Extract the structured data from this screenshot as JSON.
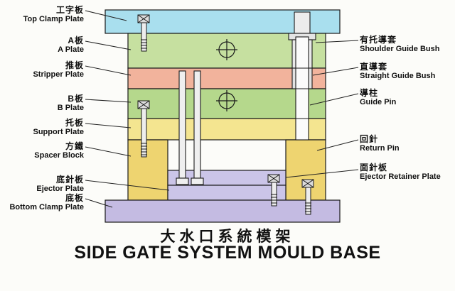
{
  "title": {
    "zh": "大水口系統模架",
    "en": "SIDE GATE SYSTEM MOULD BASE"
  },
  "left_labels": [
    {
      "zh": "工字板",
      "en": "Top Clamp Plate"
    },
    {
      "zh": "A板",
      "en": "A Plate"
    },
    {
      "zh": "推板",
      "en": "Stripper Plate"
    },
    {
      "zh": "B板",
      "en": "B Plate"
    },
    {
      "zh": "托板",
      "en": "Support Plate"
    },
    {
      "zh": "方鐵",
      "en": "Spacer Block"
    },
    {
      "zh": "底針板",
      "en": "Ejector Plate"
    },
    {
      "zh": "底板",
      "en": "Bottom Clamp Plate"
    }
  ],
  "right_labels": [
    {
      "zh": "有托導套",
      "en": "Shoulder Guide Bush"
    },
    {
      "zh": "直導套",
      "en": "Straight Guide Bush"
    },
    {
      "zh": "導柱",
      "en": "Guide Pin"
    },
    {
      "zh": "回針",
      "en": "Return Pin"
    },
    {
      "zh": "面針板",
      "en": "Ejector Retainer Plate"
    }
  ],
  "colors": {
    "top_clamp_plate": "#a9dfee",
    "a_plate": "#c6e0a0",
    "stripper_plate": "#f2b39c",
    "b_plate": "#b5d88c",
    "support_plate": "#f4e590",
    "spacer_block": "#eed470",
    "ejector_plates": "#cbc5e8",
    "bottom_clamp_plate": "#c4bbe2",
    "metal_part": "#ececec",
    "line": "#1a1a1a"
  }
}
